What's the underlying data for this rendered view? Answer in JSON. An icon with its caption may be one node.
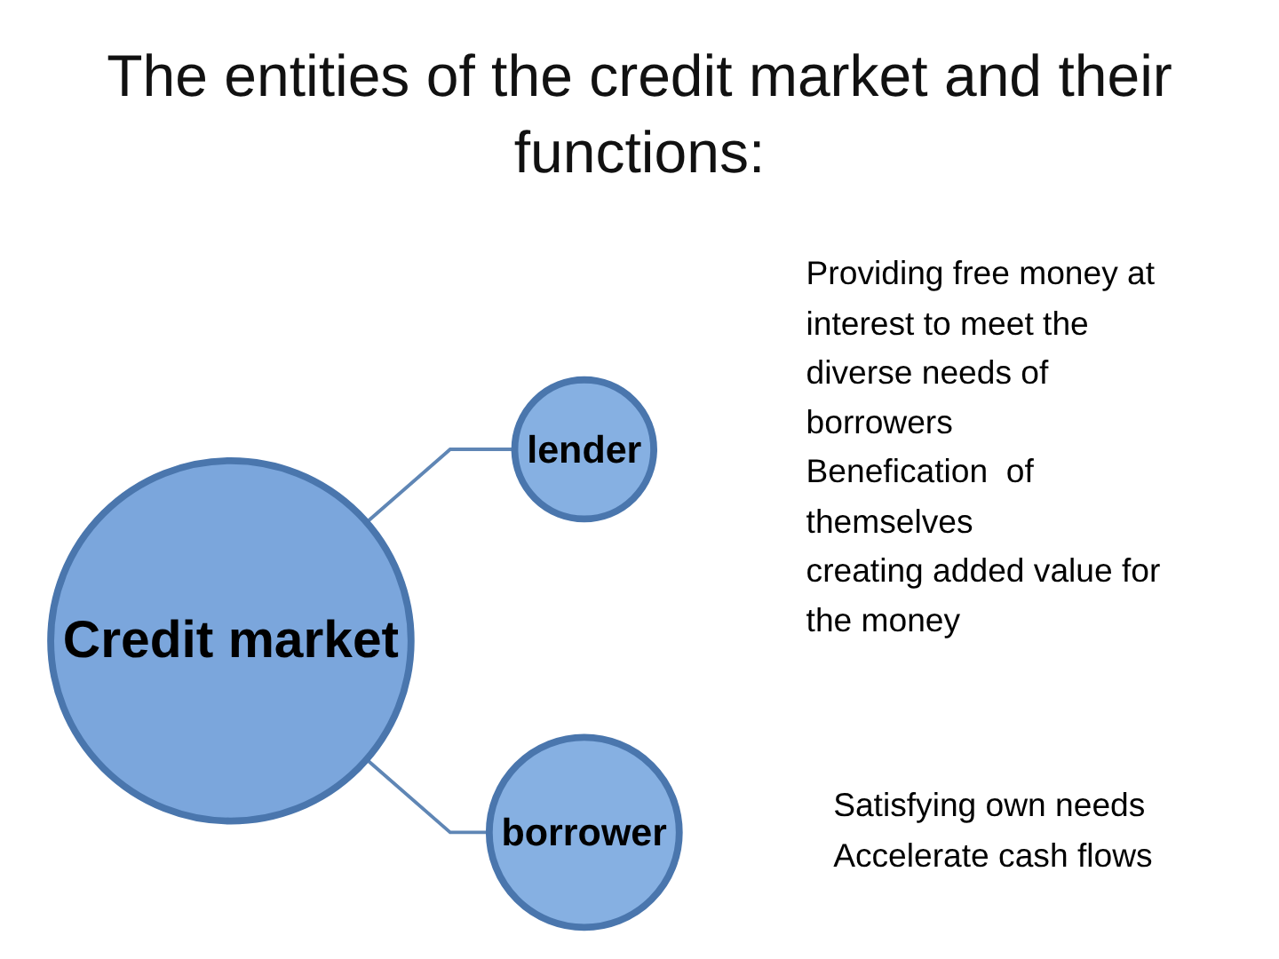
{
  "diagram": {
    "title": "The entities of the credit market and their functions:",
    "nodes": [
      {
        "text": [
          "Credit market"
        ]
      },
      {
        "text": [
          "lender"
        ],
        "beside": [
          "Providing free money at interest to meet the diverse needs of borrowers",
          "Benefication  of themselves",
          "creating added value for the money"
        ]
      },
      {
        "text": [
          "borrower"
        ],
        "beside": [
          "Satisfying own needs",
          "Accelerate cash flows"
        ]
      }
    ],
    "edges": [
      {
        "from": 0,
        "to": 1,
        "arrow": "none"
      },
      {
        "from": 0,
        "to": 2,
        "arrow": "none"
      }
    ]
  }
}
